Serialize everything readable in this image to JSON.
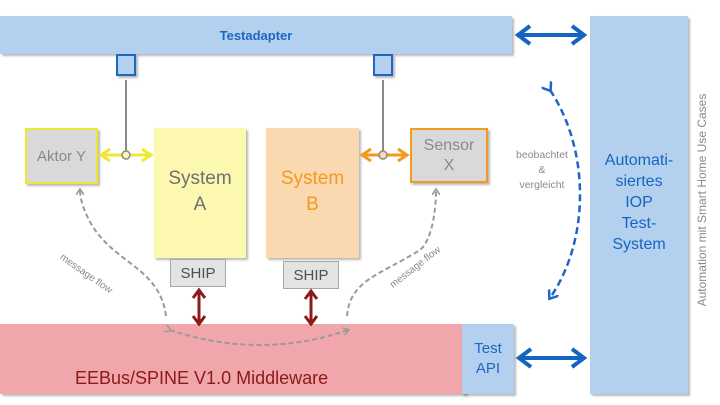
{
  "diagram": {
    "testadapter": {
      "label": "Testadapter"
    },
    "iop_system": {
      "label": "Automati-\nsiertes\nIOP\nTest-\nSystem"
    },
    "side_caption": "Automation mit Smart Home Use Cases",
    "aktor": {
      "label": "Aktor Y"
    },
    "system_a": {
      "label": "System\nA"
    },
    "system_b": {
      "label": "System\nB"
    },
    "sensor": {
      "label": "Sensor\nX"
    },
    "ship_a": {
      "label": "SHIP"
    },
    "ship_b": {
      "label": "SHIP"
    },
    "middleware": {
      "label": "EEBus/SPINE V1.0 Middleware"
    },
    "test_api": {
      "label": "Test\nAPI"
    },
    "observe_label": "beobachtet\n&\nvergleicht",
    "message_flow_left": "message flow",
    "message_flow_right": "message flow",
    "colors": {
      "blue_fill": "#b3d1ef",
      "blue_accent": "#1f66c4",
      "yellow": "#f0e830",
      "orange": "#f29a20",
      "dark_red": "#8b1a1a",
      "middleware_fill": "#f0a6aa",
      "gray_text": "#8a8a8a"
    }
  }
}
